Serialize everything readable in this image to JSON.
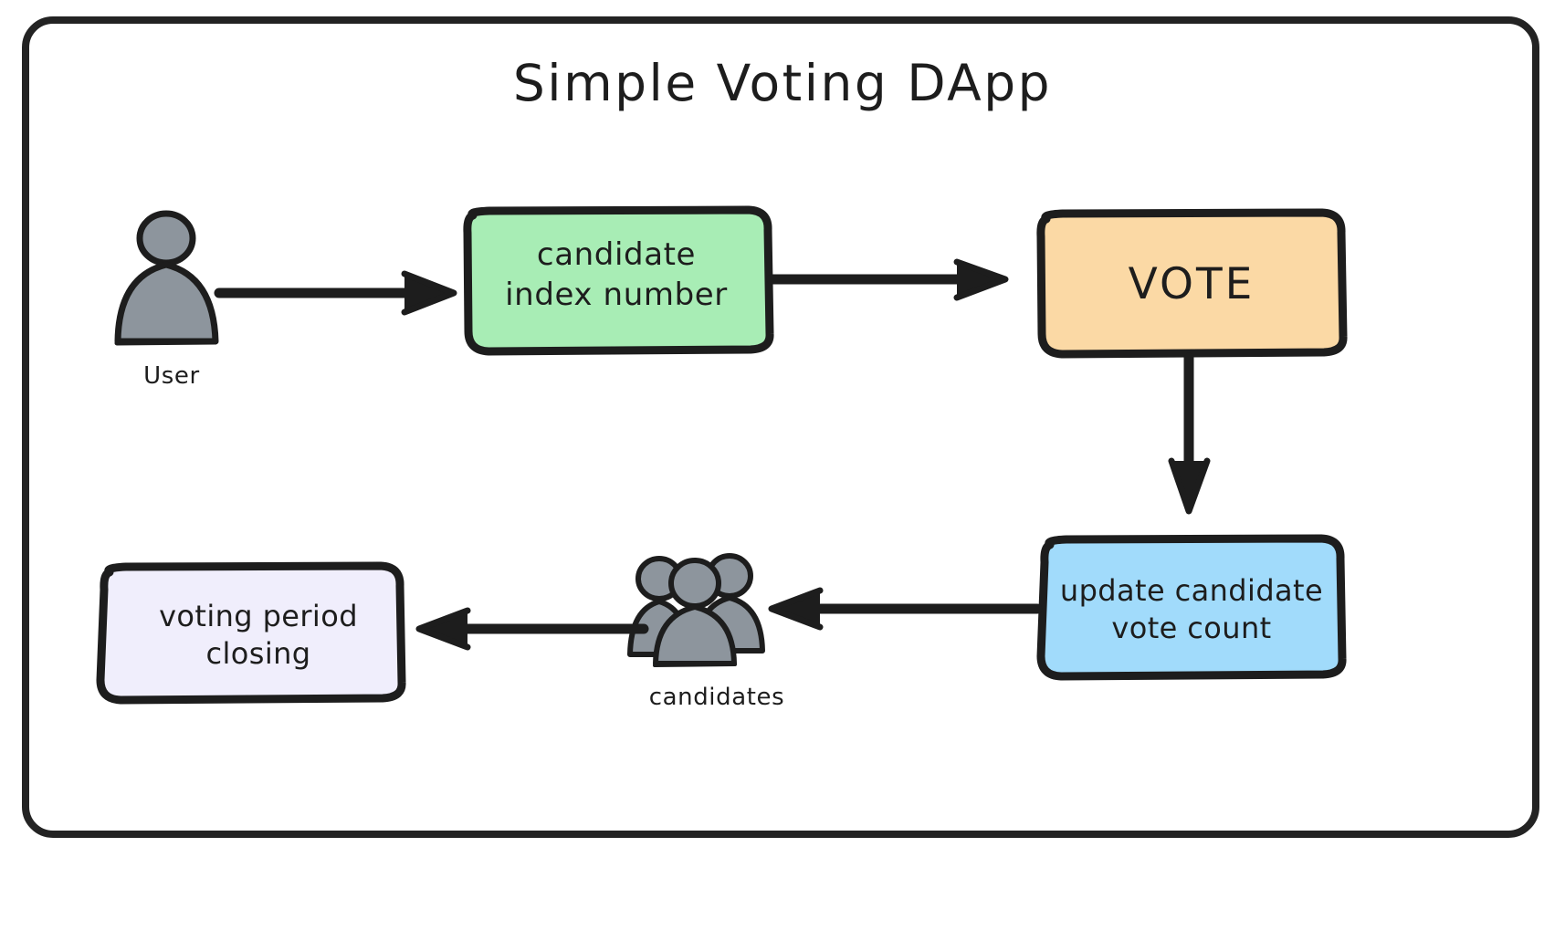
{
  "diagram": {
    "title": "Simple Voting DApp",
    "frame": {
      "border_color": "#232323"
    },
    "nodes": [
      {
        "id": "user",
        "type": "actor-icon",
        "label": "User",
        "icon": "user-icon",
        "color": "#8d959d"
      },
      {
        "id": "candidate-index",
        "type": "process-box",
        "label": "candidate\nindex number",
        "fill": "#a8edb5",
        "stroke": "#1d1d1d"
      },
      {
        "id": "vote",
        "type": "process-box",
        "label": "VOTE",
        "fill": "#fbd9a5",
        "stroke": "#1d1d1d"
      },
      {
        "id": "update-vote-count",
        "type": "process-box",
        "label": "update candidate\nvote count",
        "fill": "#a1dbfb",
        "stroke": "#1d1d1d"
      },
      {
        "id": "candidates",
        "type": "actor-icon",
        "label": "candidates",
        "icon": "users-group-icon",
        "color": "#8d959d"
      },
      {
        "id": "voting-period-closing",
        "type": "process-box",
        "label": "voting period\nclosing",
        "fill": "#f0eefc",
        "stroke": "#1d1d1d"
      }
    ],
    "edges": [
      {
        "id": "edge-user-to-candidate-index",
        "from": "user",
        "to": "candidate-index",
        "direction": "right"
      },
      {
        "id": "edge-candidate-index-to-vote",
        "from": "candidate-index",
        "to": "vote",
        "direction": "right"
      },
      {
        "id": "edge-vote-to-update",
        "from": "vote",
        "to": "update-vote-count",
        "direction": "down"
      },
      {
        "id": "edge-update-to-candidates",
        "from": "update-vote-count",
        "to": "candidates",
        "direction": "left"
      },
      {
        "id": "edge-candidates-to-closing",
        "from": "candidates",
        "to": "voting-period-closing",
        "direction": "left"
      }
    ]
  }
}
